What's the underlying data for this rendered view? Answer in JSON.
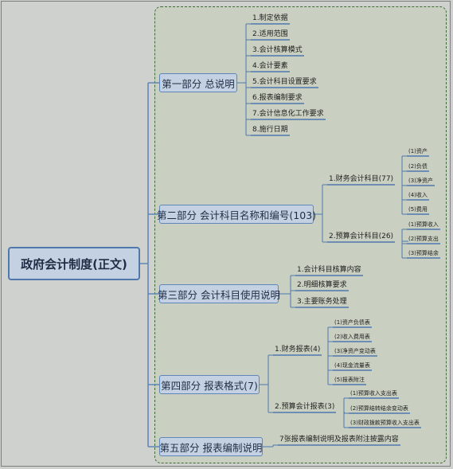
{
  "root": "政府会计制度(正文)",
  "parts": [
    {
      "label": "第一部分 总说明",
      "children": [
        {
          "label": "1.制定依据"
        },
        {
          "label": "2.适用范围"
        },
        {
          "label": "3.会计核算模式"
        },
        {
          "label": "4.会计要素"
        },
        {
          "label": "5.会计科目设置要求"
        },
        {
          "label": "6.报表编制要求"
        },
        {
          "label": "7.会计信息化工作要求"
        },
        {
          "label": "8.施行日期"
        }
      ]
    },
    {
      "label": "第二部分 会计科目名称和编号(103)",
      "children": [
        {
          "label": "1.财务会计科目(77)",
          "children": [
            "(1)资产",
            "(2)负债",
            "(3)净资产",
            "(4)收入",
            "(5)费用"
          ]
        },
        {
          "label": "2.预算会计科目(26)",
          "children": [
            "(1)预算收入",
            "(2)预算支出",
            "(3)预算结余"
          ]
        }
      ]
    },
    {
      "label": "第三部分 会计科目使用说明",
      "children": [
        {
          "label": "1.会计科目核算内容"
        },
        {
          "label": "2.明细核算要求"
        },
        {
          "label": "3.主要账务处理"
        }
      ]
    },
    {
      "label": "第四部分 报表格式(7)",
      "children": [
        {
          "label": "1.财务报表(4)",
          "children": [
            "(1)资产负债表",
            "(2)收入费用表",
            "(3)净资产变动表",
            "(4)现金流量表",
            "(5)报表附注"
          ]
        },
        {
          "label": "2.预算会计报表(3)",
          "children": [
            "(1)预算收入支出表",
            "(2)预算结转结余变动表",
            "(3)财政拨款预算收入支出表"
          ]
        }
      ]
    },
    {
      "label": "第五部分 报表编制说明",
      "children": [
        {
          "label": "7张报表编制说明及报表附注披露内容"
        }
      ]
    }
  ]
}
